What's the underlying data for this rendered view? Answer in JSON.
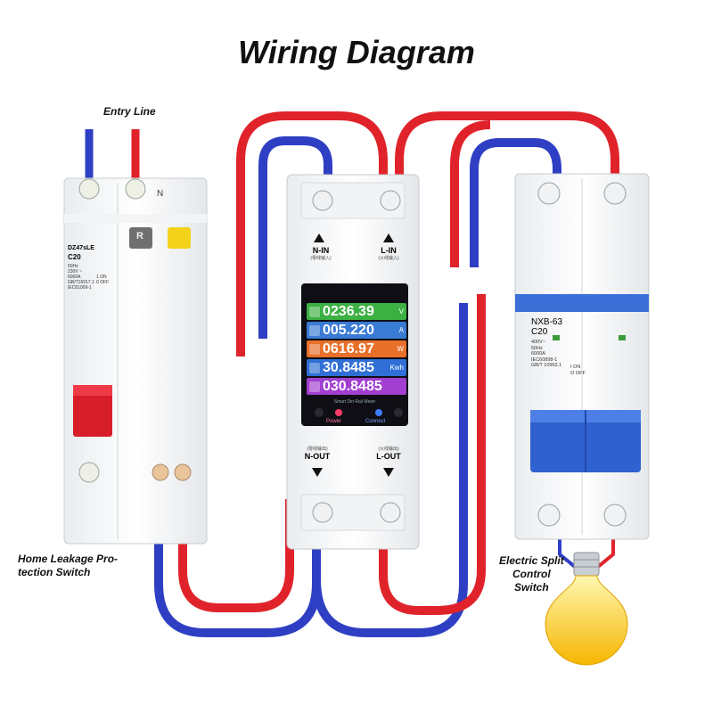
{
  "title": "Wiring Diagram",
  "labels": {
    "entry_line": "Entry Line",
    "leakage_switch_line1": "Home Leakage Pro-",
    "leakage_switch_line2": "tection Switch",
    "split_switch_line1": "Electric Split",
    "split_switch_line2": "Control",
    "split_switch_line3": "Switch"
  },
  "rcbo": {
    "model": "DZ47sLE",
    "rating": "C20",
    "specs": [
      "50Hz",
      "230V ~",
      "6000A",
      "GB/T16917.1",
      "IEC61009-1"
    ],
    "on_off": [
      "1 ON",
      "0 OFF"
    ],
    "test_button": "R",
    "marking_n": "N"
  },
  "meter": {
    "n_in": "N-IN",
    "n_in_sub": "(零线输入)",
    "l_in": "L-IN",
    "l_in_sub": "(火线输入)",
    "n_out": "N-OUT",
    "n_out_sub": "(零线输出)",
    "l_out": "L-OUT",
    "l_out_sub": "(火线输出)",
    "brand": "Smart Din Rail Meter",
    "power_label": "Power",
    "connect_label": "Connect",
    "readings": [
      {
        "value": "0236.39",
        "unit": "V",
        "color": "#3cb043"
      },
      {
        "value": "005.220",
        "unit": "A",
        "color": "#3a7bd5"
      },
      {
        "value": "0616.97",
        "unit": "W",
        "color": "#e8702a"
      },
      {
        "value": "30.8485",
        "unit": "Kwh",
        "color": "#2f6fd6"
      },
      {
        "value": "030.8485",
        "unit": "",
        "color": "#a23fd1"
      }
    ]
  },
  "breaker": {
    "model": "NXB-63",
    "rating": "C20",
    "specs": [
      "400V~",
      "50Hz",
      "6000A",
      "IEC60898-1",
      "GB/T 10963.1"
    ],
    "on_off": [
      "I ON",
      "O OFF"
    ]
  },
  "colors": {
    "live": "#e0232b",
    "neutral": "#2e3fc4",
    "accent_blue": "#3d6fd8"
  }
}
